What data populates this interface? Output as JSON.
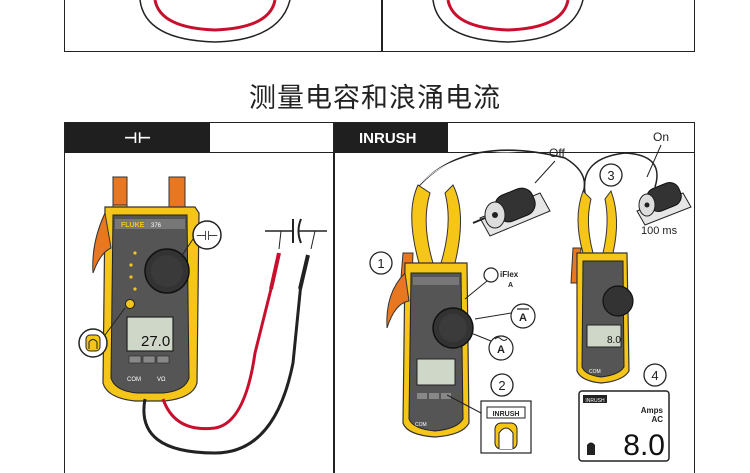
{
  "heading": "测量电容和浪涌电流",
  "left_panel": {
    "tab_label": "⊣⊢",
    "meter": {
      "brand": "FLUKE",
      "model": "376",
      "display_value": "27.0",
      "port_com": "COM",
      "port_v": "VΩ"
    }
  },
  "right_panel": {
    "tab_label": "INRUSH",
    "labels": {
      "off": "Off",
      "on": "On",
      "time": "100 ms",
      "iflex": "iFlex",
      "a": "A",
      "inrush_button": "INRUSH",
      "amps": "Amps",
      "ac": "AC",
      "reading": "8.0",
      "com": "COM"
    },
    "steps": [
      "1",
      "2",
      "3",
      "4"
    ]
  },
  "colors": {
    "meter_yellow": "#f5c518",
    "meter_orange": "#e87722",
    "dark": "#1f1f1f",
    "red_lead": "#c8102e"
  }
}
